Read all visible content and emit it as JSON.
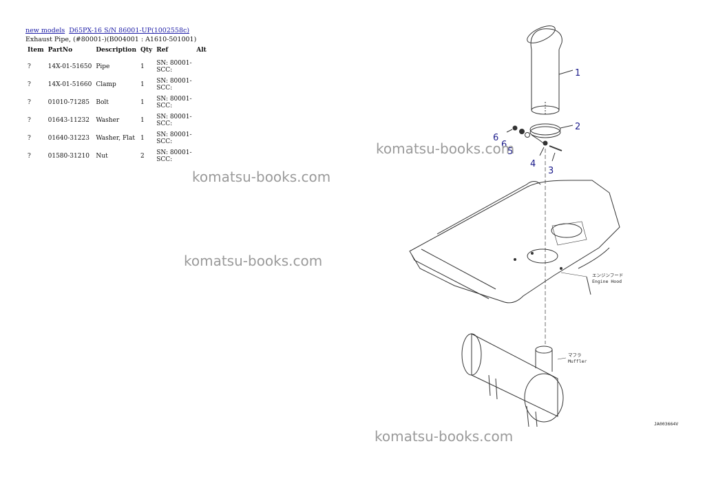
{
  "breadcrumb": {
    "link1": "new models",
    "link2": "D65PX-16 S/N 86001-UP(1002558c)"
  },
  "subtitle": "Exhaust Pipe, (#80001-)(B004001 : A1610-501001)",
  "table": {
    "headers": [
      "Item",
      "PartNo",
      "Description",
      "Qty",
      "Ref",
      "Alt"
    ],
    "rows": [
      {
        "item": "?",
        "part": "14X-01-51650",
        "desc": "Pipe",
        "qty": "1",
        "ref": "SN: 80001-SCC:",
        "alt": ""
      },
      {
        "item": "?",
        "part": "14X-01-51660",
        "desc": "Clamp",
        "qty": "1",
        "ref": "SN: 80001-SCC:",
        "alt": ""
      },
      {
        "item": "?",
        "part": "01010-71285",
        "desc": "Bolt",
        "qty": "1",
        "ref": "SN: 80001-SCC:",
        "alt": ""
      },
      {
        "item": "?",
        "part": "01643-11232",
        "desc": "Washer",
        "qty": "1",
        "ref": "SN: 80001-SCC:",
        "alt": ""
      },
      {
        "item": "?",
        "part": "01640-31223",
        "desc": "Washer, Flat",
        "qty": "1",
        "ref": "SN: 80001-SCC:",
        "alt": ""
      },
      {
        "item": "?",
        "part": "01580-31210",
        "desc": "Nut",
        "qty": "2",
        "ref": "SN: 80001-SCC:",
        "alt": ""
      }
    ]
  },
  "watermark": "komatsu-books.com",
  "diagram": {
    "callouts": [
      "1",
      "2",
      "3",
      "4",
      "5",
      "6",
      "6"
    ],
    "engine_hood_jp": "エンジンフード",
    "engine_hood_en": "Engine Hood",
    "muffler_jp": "マフラ",
    "muffler_en": "Muffler",
    "drawing_code": "JA003664V"
  }
}
